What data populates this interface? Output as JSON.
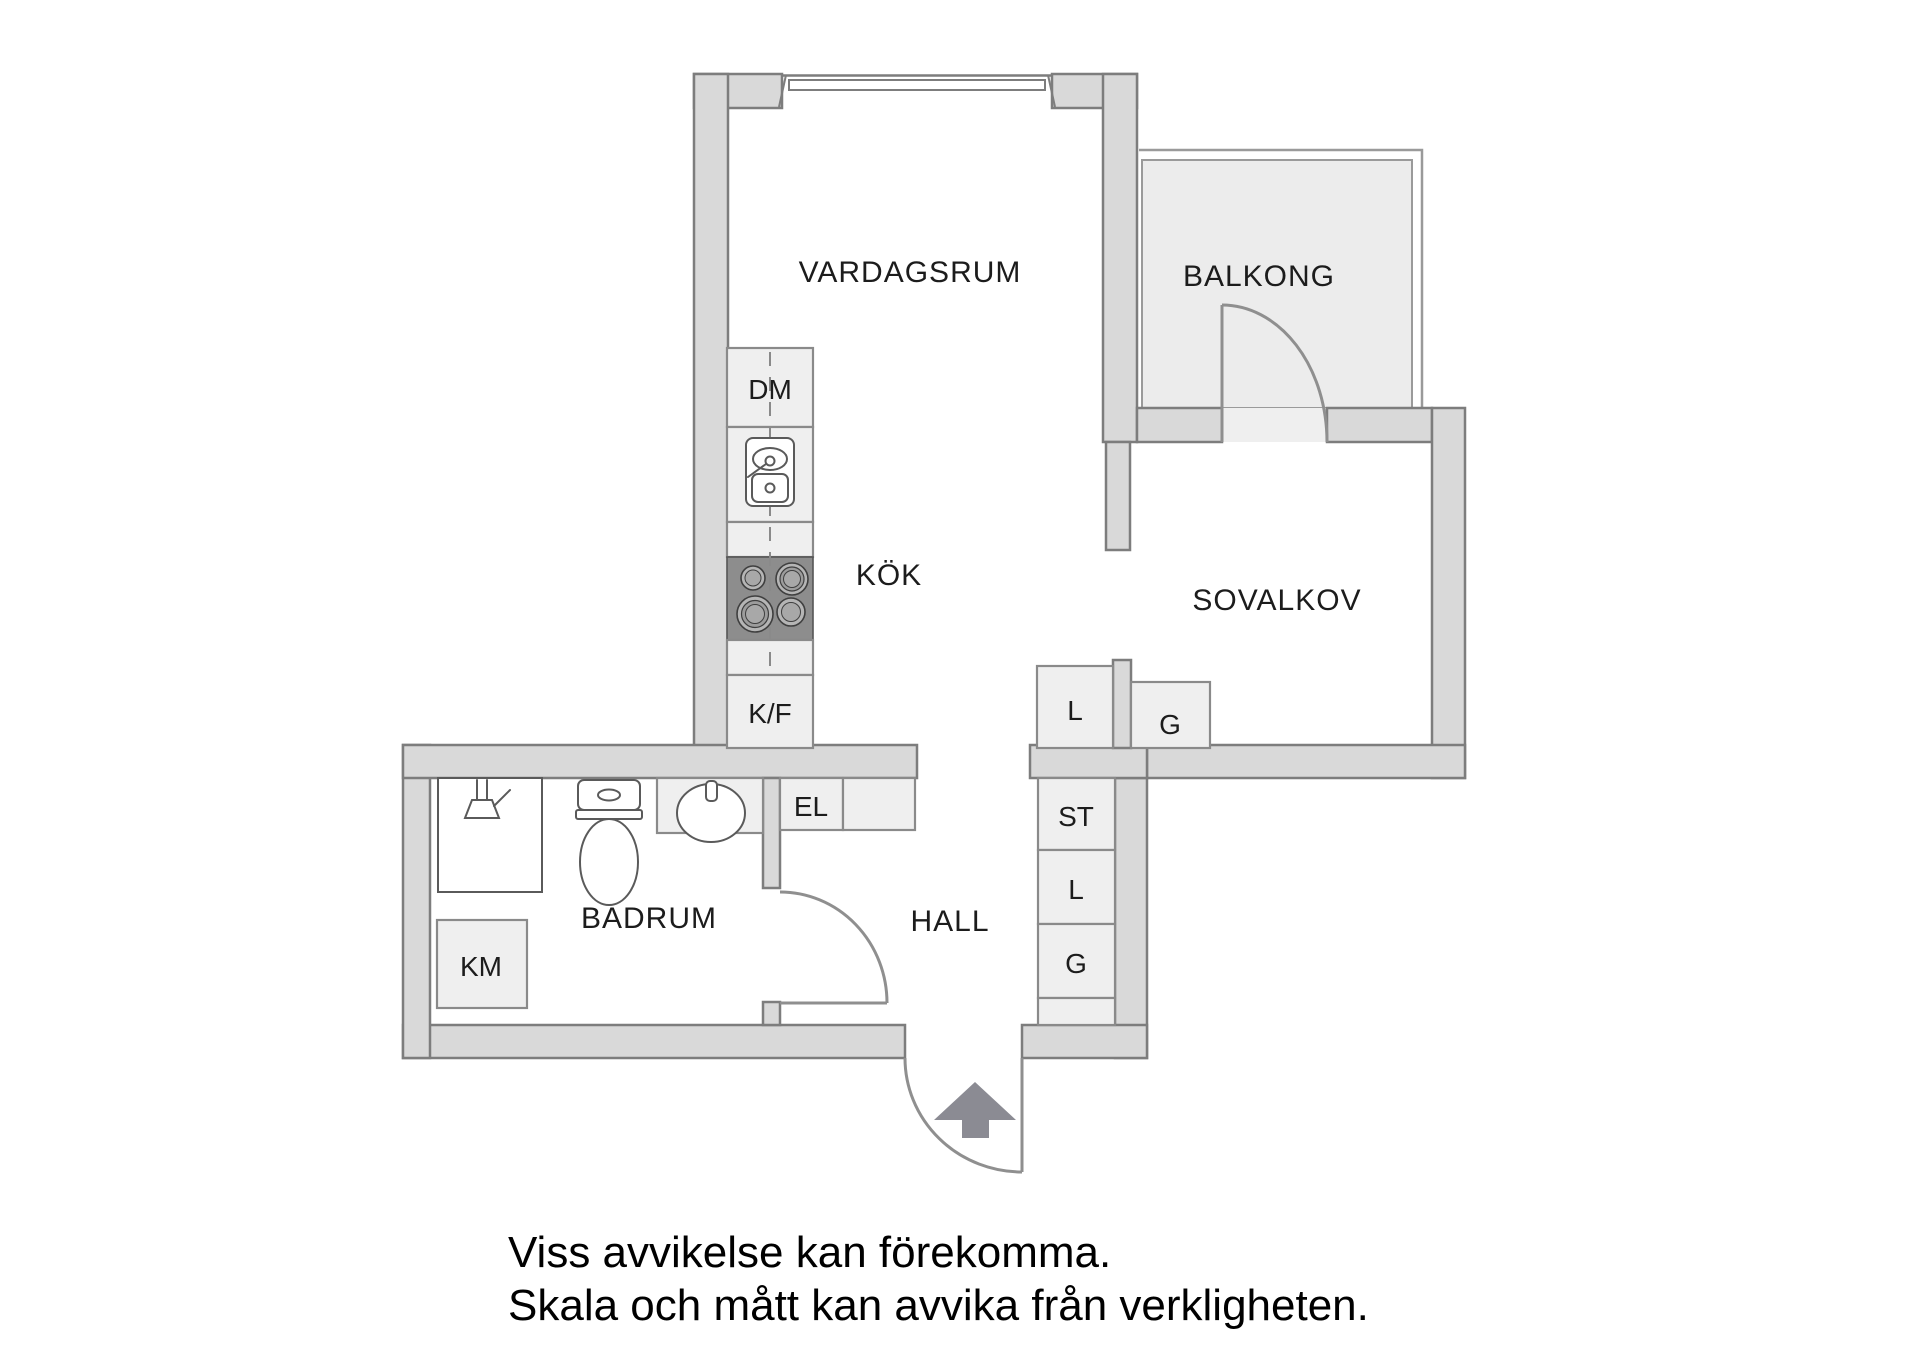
{
  "colors": {
    "wall_fill": "#d9d9d9",
    "wall_stroke": "#7d7d7d",
    "fixture_fill": "#efefef",
    "fixture_stroke": "#8a8a8a",
    "balcony_fill": "#ececec",
    "balcony_stroke": "#9a9a9a",
    "stove_fill": "#8d8d8d",
    "arrow_fill": "#8b8b93",
    "text": "#1c1c1c"
  },
  "rooms": {
    "vardagsrum": "VARDAGSRUM",
    "balkong": "BALKONG",
    "kok": "KÖK",
    "sovalkov": "SOVALKOV",
    "badrum": "BADRUM",
    "hall": "HALL"
  },
  "fixtures": {
    "dishwasher": "DM",
    "fridge_freezer": "K/F",
    "electrical": "EL",
    "washing_machine": "KM"
  },
  "closets": {
    "upper_linen": "L",
    "upper_wardrobe": "G",
    "storage": "ST",
    "lower_linen": "L",
    "lower_wardrobe": "G"
  },
  "disclaimer": {
    "line1": "Viss avvikelse kan förekomma.",
    "line2": "Skala och mått kan avvika från verkligheten."
  }
}
